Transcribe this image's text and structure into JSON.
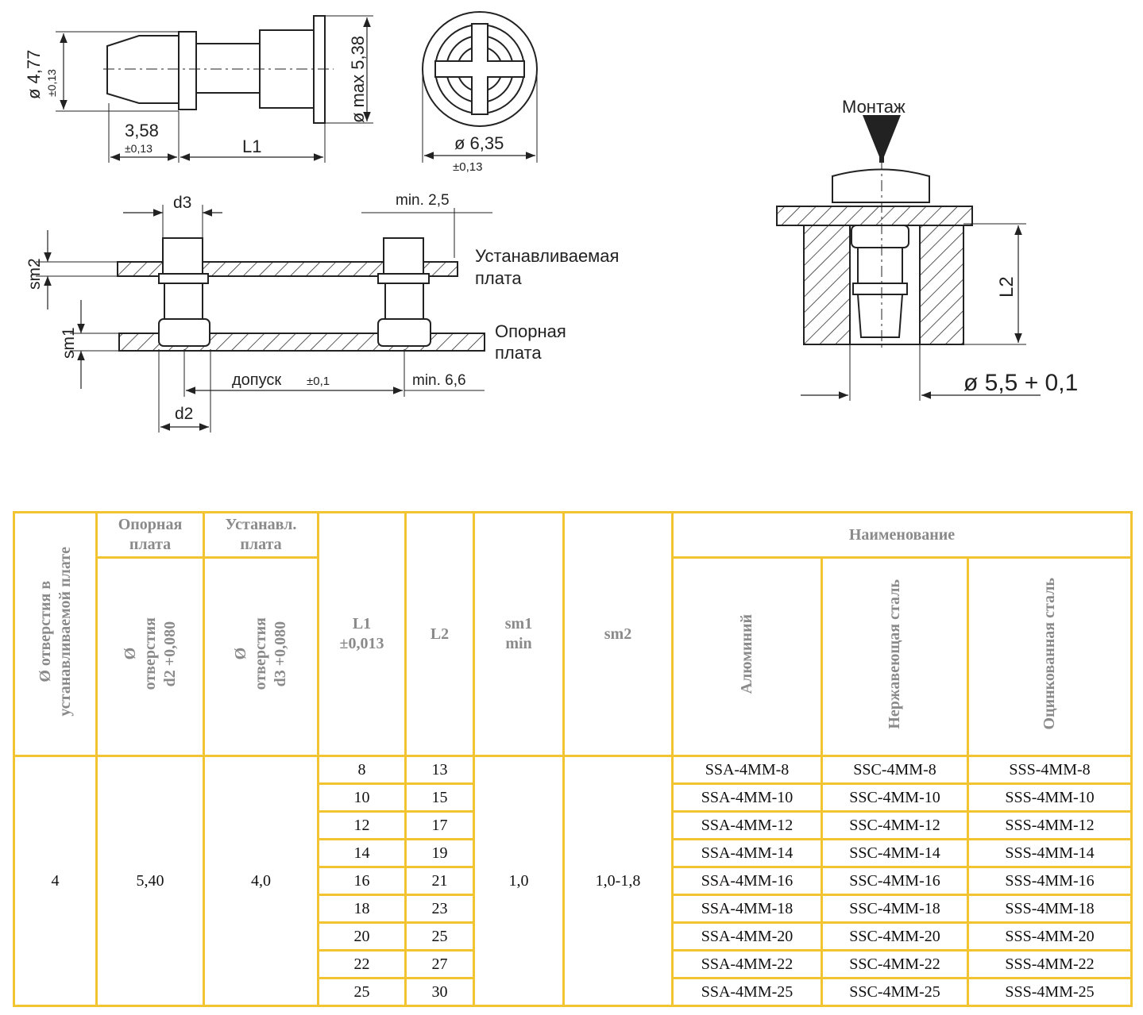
{
  "drawing": {
    "dia_477": "ø 4,77",
    "tol_477": "±0,13",
    "dim_358": "3,58",
    "tol_358": "±0,13",
    "l1": "L1",
    "dia_max_538": "ø max 5,38",
    "dia_635": "ø 6,35",
    "tol_635": "±0,13",
    "d3": "d3",
    "min_25": "min. 2,5",
    "sm2": "sm2",
    "sm1": "sm1",
    "upper_board_1": "Устанавливаемая",
    "upper_board_2": "плата",
    "base_board_1": "Опорная",
    "base_board_2": "плата",
    "tolerance": "допуск",
    "tolerance_val": "±0,1",
    "min_66": "min. 6,6",
    "d2": "d2",
    "mounting": "Монтаж",
    "l2": "L2",
    "dia_55": "ø 5,5 + 0,1"
  },
  "table": {
    "border_color": "#F2C431",
    "headers": {
      "hole_dia": "Ø отверстия в\nустанавливаемой плате",
      "base_board": "Опорная\nплата",
      "mount_board": "Устанавл.\nплата",
      "d2": "Ø\nотверстия\nd2 +0,080",
      "d3": "Ø\nотверстия\nd3 +0,080",
      "l1": "L1\n±0,013",
      "l2": "L2",
      "sm1": "sm1\nmin",
      "sm2": "sm2",
      "name": "Наименование",
      "aluminum": "Алюминий",
      "stainless": "Нержавеющая сталь",
      "galvanized": "Оцинкованная сталь"
    },
    "shared": {
      "hole_dia": "4",
      "d2": "5,40",
      "d3": "4,0",
      "sm1": "1,0",
      "sm2": "1,0-1,8"
    },
    "rows": [
      {
        "l1": "8",
        "l2": "13",
        "al": "SSA-4MM-8",
        "ss": "SSC-4MM-8",
        "gs": "SSS-4MM-8"
      },
      {
        "l1": "10",
        "l2": "15",
        "al": "SSA-4MM-10",
        "ss": "SSC-4MM-10",
        "gs": "SSS-4MM-10"
      },
      {
        "l1": "12",
        "l2": "17",
        "al": "SSA-4MM-12",
        "ss": "SSC-4MM-12",
        "gs": "SSS-4MM-12"
      },
      {
        "l1": "14",
        "l2": "19",
        "al": "SSA-4MM-14",
        "ss": "SSC-4MM-14",
        "gs": "SSS-4MM-14"
      },
      {
        "l1": "16",
        "l2": "21",
        "al": "SSA-4MM-16",
        "ss": "SSC-4MM-16",
        "gs": "SSS-4MM-16"
      },
      {
        "l1": "18",
        "l2": "23",
        "al": "SSA-4MM-18",
        "ss": "SSC-4MM-18",
        "gs": "SSS-4MM-18"
      },
      {
        "l1": "20",
        "l2": "25",
        "al": "SSA-4MM-20",
        "ss": "SSC-4MM-20",
        "gs": "SSS-4MM-20"
      },
      {
        "l1": "22",
        "l2": "27",
        "al": "SSA-4MM-22",
        "ss": "SSC-4MM-22",
        "gs": "SSS-4MM-22"
      },
      {
        "l1": "25",
        "l2": "30",
        "al": "SSA-4MM-25",
        "ss": "SSC-4MM-25",
        "gs": "SSS-4MM-25"
      }
    ]
  }
}
